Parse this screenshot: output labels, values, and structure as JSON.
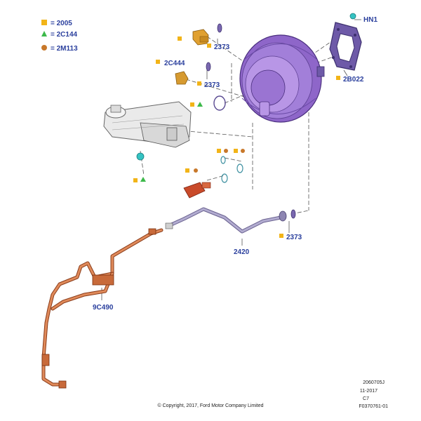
{
  "legend": {
    "items": [
      {
        "label": "= 2005",
        "color": "#f2b418",
        "shape": "square"
      },
      {
        "label": "= 2C144",
        "color": "#3cb94a",
        "shape": "triangle"
      },
      {
        "label": "= 2M113",
        "color": "#c8782a",
        "shape": "circle"
      }
    ]
  },
  "labels": {
    "hn1": "HN1",
    "part_2373_a": "2373",
    "part_2c444": "2C444",
    "part_2373_b": "2373",
    "part_2b022": "2B022",
    "part_2420": "2420",
    "part_2373_c": "2373",
    "part_9c490": "9C490"
  },
  "meta": {
    "code": "2060705J",
    "date": "11-2017",
    "rev": "C7",
    "ref": "F0370761-01",
    "copyright": "© Copyright, 2017, Ford Motor Company Limited"
  },
  "colors": {
    "booster": "#8e66c9",
    "gasket": "#5a4a92",
    "pipe": "#cd6a3a",
    "hose": "#9891b5",
    "sensor": "#c94a2a",
    "fastener": "#35c3c3",
    "reservoir": "#e8e8e8"
  }
}
